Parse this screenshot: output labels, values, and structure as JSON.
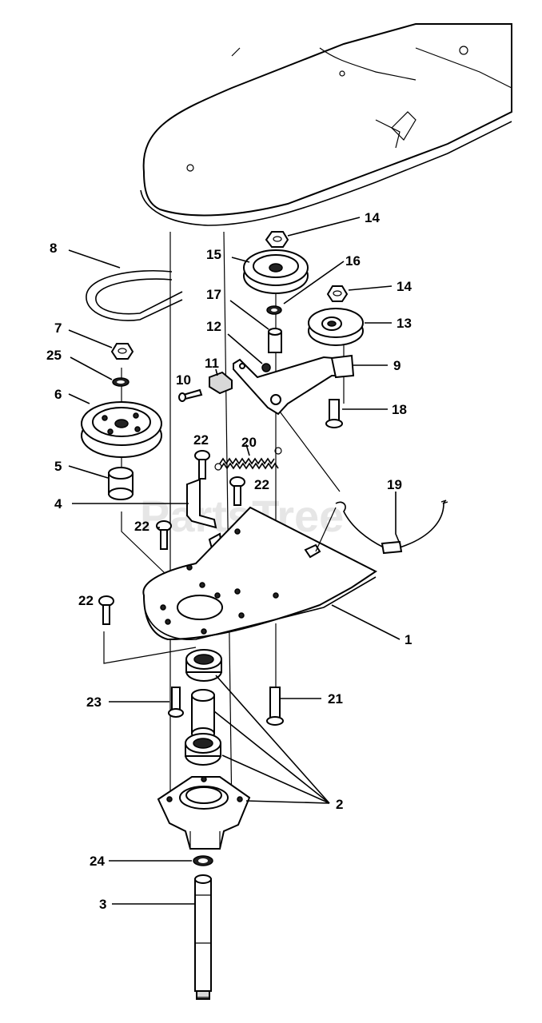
{
  "watermark": "PartsTree",
  "callouts": [
    {
      "id": "1",
      "label": "1"
    },
    {
      "id": "2",
      "label": "2"
    },
    {
      "id": "3",
      "label": "3"
    },
    {
      "id": "4",
      "label": "4"
    },
    {
      "id": "5",
      "label": "5"
    },
    {
      "id": "6",
      "label": "6"
    },
    {
      "id": "7",
      "label": "7"
    },
    {
      "id": "8",
      "label": "8"
    },
    {
      "id": "9",
      "label": "9"
    },
    {
      "id": "10",
      "label": "10"
    },
    {
      "id": "11",
      "label": "11"
    },
    {
      "id": "12",
      "label": "12"
    },
    {
      "id": "13",
      "label": "13"
    },
    {
      "id": "14a",
      "label": "14"
    },
    {
      "id": "14b",
      "label": "14"
    },
    {
      "id": "15",
      "label": "15"
    },
    {
      "id": "16",
      "label": "16"
    },
    {
      "id": "17",
      "label": "17"
    },
    {
      "id": "18",
      "label": "18"
    },
    {
      "id": "19",
      "label": "19"
    },
    {
      "id": "20",
      "label": "20"
    },
    {
      "id": "21",
      "label": "21"
    },
    {
      "id": "22a",
      "label": "22"
    },
    {
      "id": "22b",
      "label": "22"
    },
    {
      "id": "22c",
      "label": "22"
    },
    {
      "id": "22d",
      "label": "22"
    },
    {
      "id": "23",
      "label": "23"
    },
    {
      "id": "24",
      "label": "24"
    },
    {
      "id": "25",
      "label": "25"
    }
  ]
}
